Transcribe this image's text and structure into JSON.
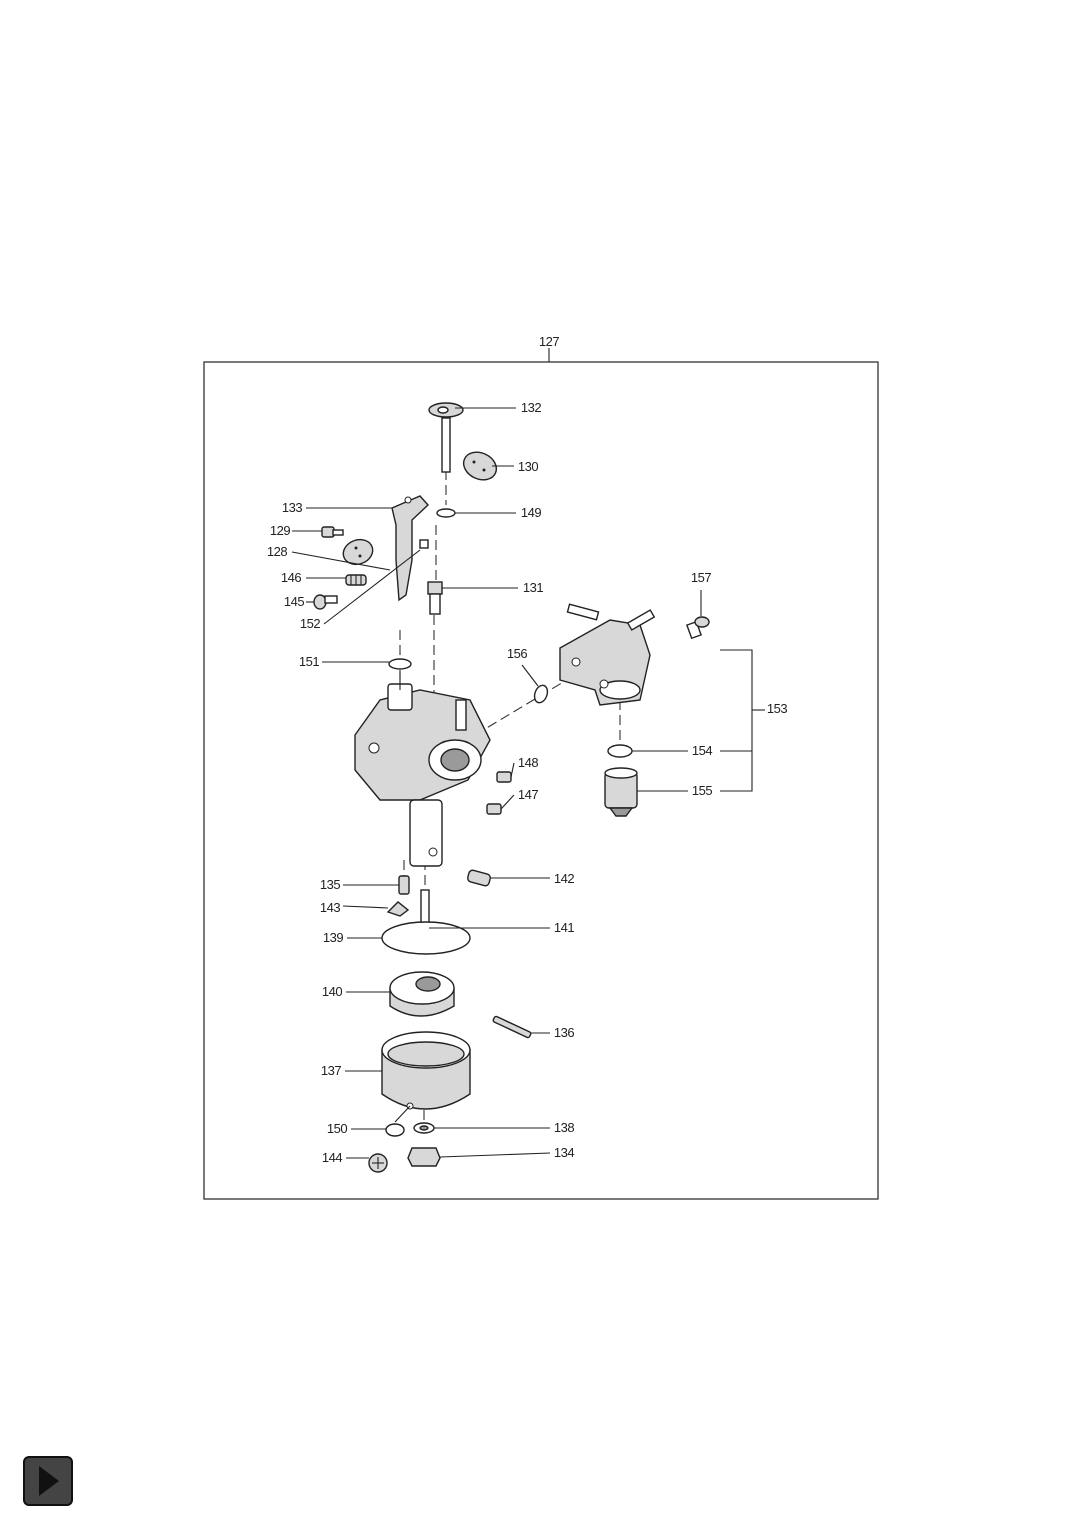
{
  "diagram": {
    "assembly_number": "127",
    "parts": [
      {
        "id": "132"
      },
      {
        "id": "130"
      },
      {
        "id": "149"
      },
      {
        "id": "133"
      },
      {
        "id": "129"
      },
      {
        "id": "128"
      },
      {
        "id": "146"
      },
      {
        "id": "145"
      },
      {
        "id": "152"
      },
      {
        "id": "131"
      },
      {
        "id": "157"
      },
      {
        "id": "151"
      },
      {
        "id": "156"
      },
      {
        "id": "153"
      },
      {
        "id": "154"
      },
      {
        "id": "155"
      },
      {
        "id": "148"
      },
      {
        "id": "147"
      },
      {
        "id": "142"
      },
      {
        "id": "135"
      },
      {
        "id": "143"
      },
      {
        "id": "141"
      },
      {
        "id": "139"
      },
      {
        "id": "140"
      },
      {
        "id": "136"
      },
      {
        "id": "137"
      },
      {
        "id": "150"
      },
      {
        "id": "138"
      },
      {
        "id": "144"
      },
      {
        "id": "134"
      }
    ]
  },
  "navigation": {
    "next_icon": "play-icon",
    "button_color": "#444444"
  }
}
